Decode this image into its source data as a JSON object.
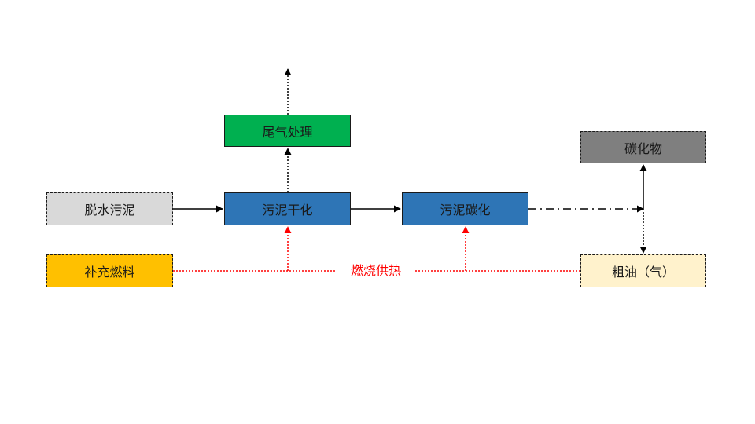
{
  "diagram": {
    "nodes": {
      "dewatered_sludge": "脱水污泥",
      "supplementary_fuel": "补充燃料",
      "tail_gas_treatment": "尾气处理",
      "sludge_drying": "污泥干化",
      "sludge_carbonization": "污泥碳化",
      "char": "碳化物",
      "crude_oil_gas": "粗油（气）"
    },
    "combustion_label": "燃烧供热",
    "colors": {
      "dewatered_sludge": "#d9d9d9",
      "supplementary_fuel": "#ffc000",
      "tail_gas_treatment": "#00b050",
      "process_blue": "#2e75b6",
      "char": "#7f7f7f",
      "crude_oil_gas": "#fff2cc",
      "heat_line": "#ff0000",
      "line": "#000000"
    }
  }
}
